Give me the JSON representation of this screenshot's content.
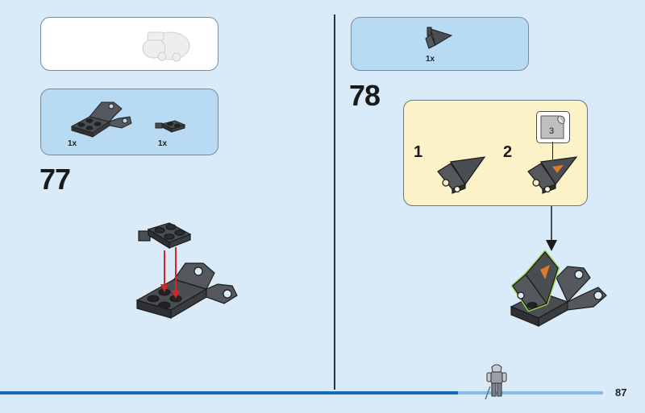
{
  "left": {
    "prev_parts_box": {},
    "parts_box": {
      "items": [
        {
          "icon": "bracket-plate-part-icon",
          "count": "1x"
        },
        {
          "icon": "plate-with-clip-part-icon",
          "count": "1x"
        }
      ]
    },
    "step": {
      "number": "77"
    }
  },
  "right": {
    "parts_box": {
      "items": [
        {
          "icon": "slope-tile-with-clip-part-icon",
          "count": "1x"
        }
      ]
    },
    "step": {
      "number": "78",
      "substeps": [
        {
          "label": "1"
        },
        {
          "label": "2"
        }
      ],
      "sticker": {
        "label": "3"
      }
    }
  },
  "footer": {
    "page_number": "87",
    "progress_fraction": 0.76
  },
  "colors": {
    "background": "#d9ebf8",
    "parts_box": "#b9daf3",
    "callout": "#fbf2c8",
    "brick_dark": "#4a4d51",
    "arrow_red": "#d8232a",
    "highlight_green": "#9ad44a",
    "progress": "#1768b8"
  }
}
